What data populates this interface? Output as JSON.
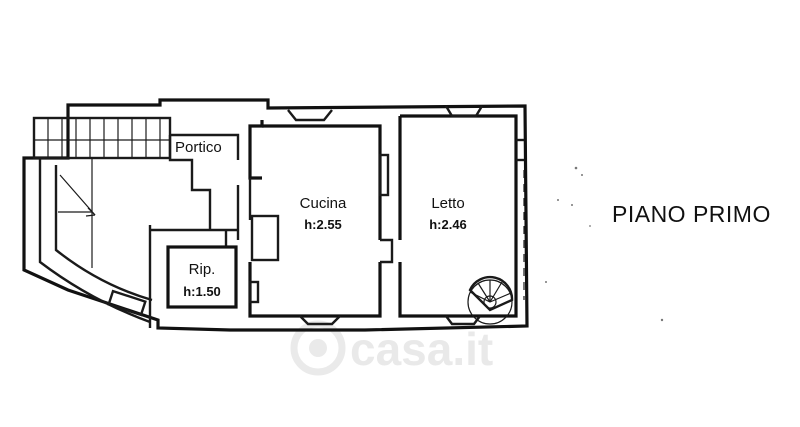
{
  "plan_title": "PIANO PRIMO",
  "rooms": {
    "portico": {
      "name": "Portico"
    },
    "cucina": {
      "name": "Cucina",
      "height": "h:2.55"
    },
    "letto": {
      "name": "Letto",
      "height": "h:2.46"
    },
    "rip": {
      "name": "Rip.",
      "height": "h:1.50"
    }
  },
  "watermark": "casa.it"
}
